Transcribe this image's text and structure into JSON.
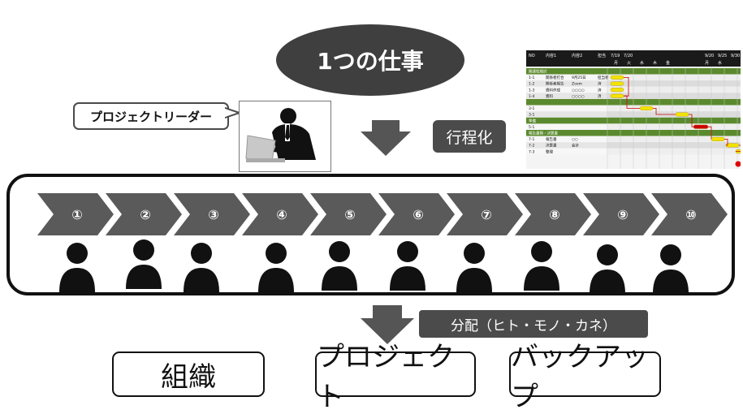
{
  "title": "1つの仕事",
  "leader_label": "プロジェクトリーダー",
  "process_label": "行程化",
  "steps": [
    "①",
    "②",
    "③",
    "④",
    "⑤",
    "⑥",
    "⑦",
    "⑧",
    "⑨",
    "⑩"
  ],
  "allocation_label": "分配（ヒト・モノ・カネ）",
  "boxes": {
    "organization": "組織",
    "project": "プロジェクト",
    "backup": "バックアップ"
  },
  "gantt": {
    "header": [
      "NO",
      "内容1",
      "内容2",
      "担当",
      "7/19",
      "7/20",
      "9/20",
      "9/25",
      "9/30"
    ],
    "days": [
      "月",
      "火",
      "水",
      "木",
      "金",
      "月",
      "水"
    ],
    "sections": [
      {
        "name": "関連性検討",
        "rows": [
          {
            "no": "1-1",
            "c1": "関係者打合",
            "c2": "9月25日",
            "c3": "担当者"
          },
          {
            "no": "1-2",
            "c1": "関係者報告",
            "c2": "Zoom",
            "c3": "済"
          },
          {
            "no": "1-3",
            "c1": "資料作成",
            "c2": "○○○○",
            "c3": "済"
          },
          {
            "no": "1-4",
            "c1": "資料",
            "c2": "○○○○",
            "c3": "済"
          }
        ]
      },
      {
        "name": "",
        "rows": [
          {
            "no": "3-1",
            "c1": "",
            "c2": "",
            "c3": ""
          },
          {
            "no": "3-1",
            "c1": "",
            "c2": "",
            "c3": ""
          }
        ]
      },
      {
        "name": "準備",
        "rows": [
          {
            "no": "5-1",
            "c1": "",
            "c2": "",
            "c3": ""
          }
        ]
      },
      {
        "name": "報告書類・決算書",
        "rows": [
          {
            "no": "7-1",
            "c1": "報告書",
            "c2": "○○",
            "c3": ""
          },
          {
            "no": "7-2",
            "c1": "決算書",
            "c2": "会計",
            "c3": ""
          },
          {
            "no": "7-3",
            "c1": "整理",
            "c2": "",
            "c3": ""
          }
        ]
      }
    ]
  },
  "colors": {
    "dark": "#3f3f3f",
    "chevron": "#5a5a5a",
    "gantt_section": "#5b8a2e",
    "gantt_bar": "#f2e200",
    "gantt_critical": "#cc0000"
  }
}
